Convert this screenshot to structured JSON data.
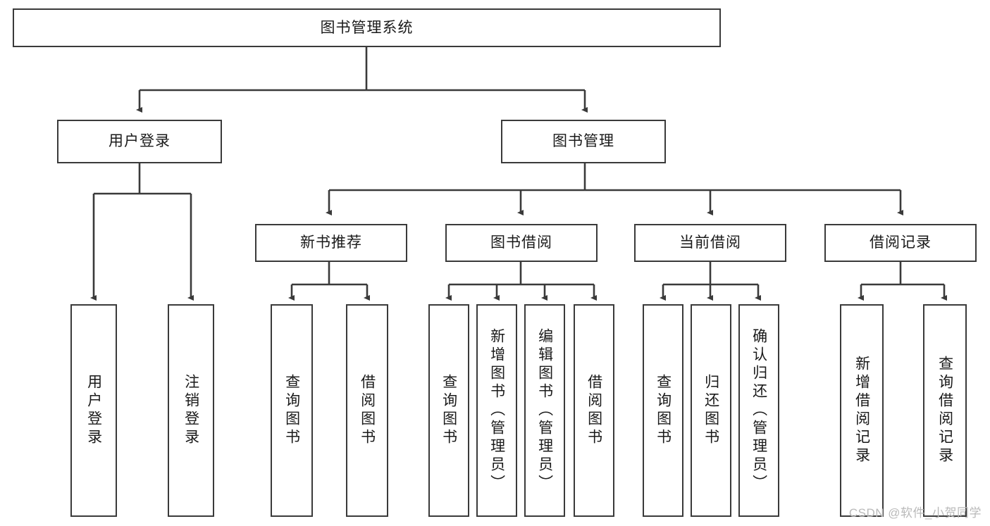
{
  "diagram": {
    "title": "图书管理系统",
    "watermark": "CSDN @软件_小贺同学",
    "line_color": "#3a3a3a",
    "box_fill": "#ffffff",
    "text_color": "#1a1a1a",
    "root": {
      "label": "图书管理系统"
    },
    "level2": [
      {
        "label": "用户登录"
      },
      {
        "label": "图书管理"
      }
    ],
    "level3": [
      {
        "label": "新书推荐"
      },
      {
        "label": "图书借阅"
      },
      {
        "label": "当前借阅"
      },
      {
        "label": "借阅记录"
      }
    ],
    "leaves": [
      {
        "label": "用户登录",
        "parent": "用户登录"
      },
      {
        "label": "注销登录",
        "parent": "用户登录"
      },
      {
        "label": "查询图书",
        "parent": "新书推荐"
      },
      {
        "label": "借阅图书",
        "parent": "新书推荐"
      },
      {
        "label": "查询图书",
        "parent": "图书借阅"
      },
      {
        "label": "新增图书（管理员）",
        "parent": "图书借阅"
      },
      {
        "label": "编辑图书（管理员）",
        "parent": "图书借阅"
      },
      {
        "label": "借阅图书",
        "parent": "图书借阅"
      },
      {
        "label": "查询图书",
        "parent": "当前借阅"
      },
      {
        "label": "归还图书",
        "parent": "当前借阅"
      },
      {
        "label": "确认归还（管理员）",
        "parent": "当前借阅"
      },
      {
        "label": "新增借阅记录",
        "parent": "借阅记录"
      },
      {
        "label": "查询借阅记录",
        "parent": "借阅记录"
      }
    ]
  }
}
